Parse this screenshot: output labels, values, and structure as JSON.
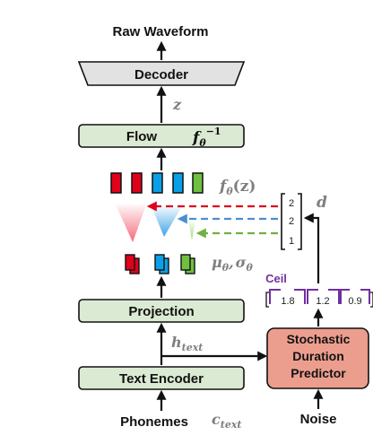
{
  "labels": {
    "raw_waveform": "Raw Waveform",
    "decoder": "Decoder",
    "flow": "Flow",
    "projection": "Projection",
    "text_encoder": "Text Encoder",
    "phonemes": "Phonemes",
    "sdp_line1": "Stochastic",
    "sdp_line2": "Duration",
    "sdp_line3": "Predictor",
    "noise": "Noise",
    "ceil": "Ceil"
  },
  "math": {
    "z": "z",
    "f_inv_base": "f",
    "f_inv_sub": "θ",
    "f_inv_sup": "−1",
    "f_theta_z": "f",
    "f_theta_sub": "θ",
    "f_theta_arg": "(z)",
    "mu_sigma": "μ",
    "mu_sub": "θ",
    "sigma": "σ",
    "sigma_sub": "θ",
    "comma": ",",
    "h_text": "h",
    "h_sub": "text",
    "c_text": "c",
    "c_sub": "text",
    "d": "d"
  },
  "durations": {
    "column": [
      "2",
      "2",
      "1"
    ],
    "raw": [
      "1.8",
      "1.2",
      "0.9"
    ]
  },
  "colors": {
    "red": "#e0001b",
    "blue": "#0aa0e8",
    "green": "#70c040",
    "box_green": "#dbead2",
    "box_red": "#ec9e8e",
    "purple": "#7030a0",
    "gray_text": "#7f7f7f"
  }
}
